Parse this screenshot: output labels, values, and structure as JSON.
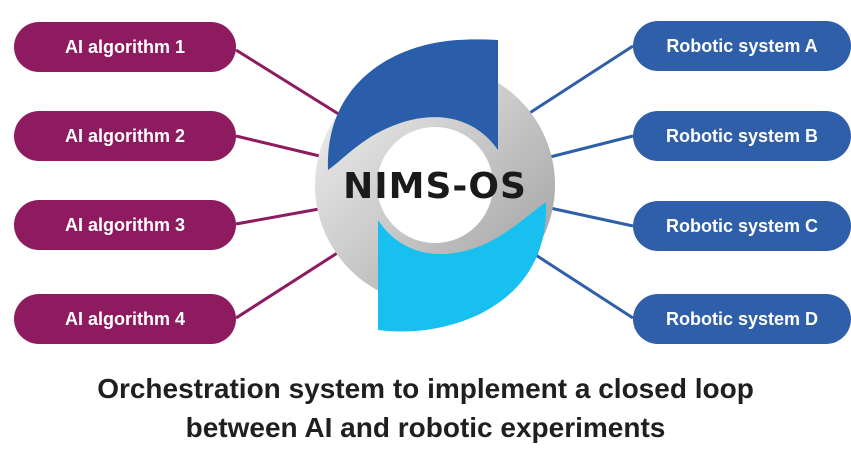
{
  "hub": {
    "label": "NIMS-OS"
  },
  "ai_nodes": [
    {
      "label": "AI algorithm 1"
    },
    {
      "label": "AI algorithm 2"
    },
    {
      "label": "AI algorithm 3"
    },
    {
      "label": "AI algorithm 4"
    }
  ],
  "robot_nodes": [
    {
      "label": "Robotic system A"
    },
    {
      "label": "Robotic system B"
    },
    {
      "label": "Robotic system C"
    },
    {
      "label": "Robotic system D"
    }
  ],
  "caption": {
    "line1": "Orchestration system to implement a closed loop",
    "line2": "between AI and robotic experiments"
  },
  "colors": {
    "ai": "#8e1b5f",
    "robot": "#2f5fa8",
    "hub_dark_blue": "#2a5eab",
    "hub_light_blue": "#18c0f0",
    "hub_gray": "#c9c9c9"
  }
}
